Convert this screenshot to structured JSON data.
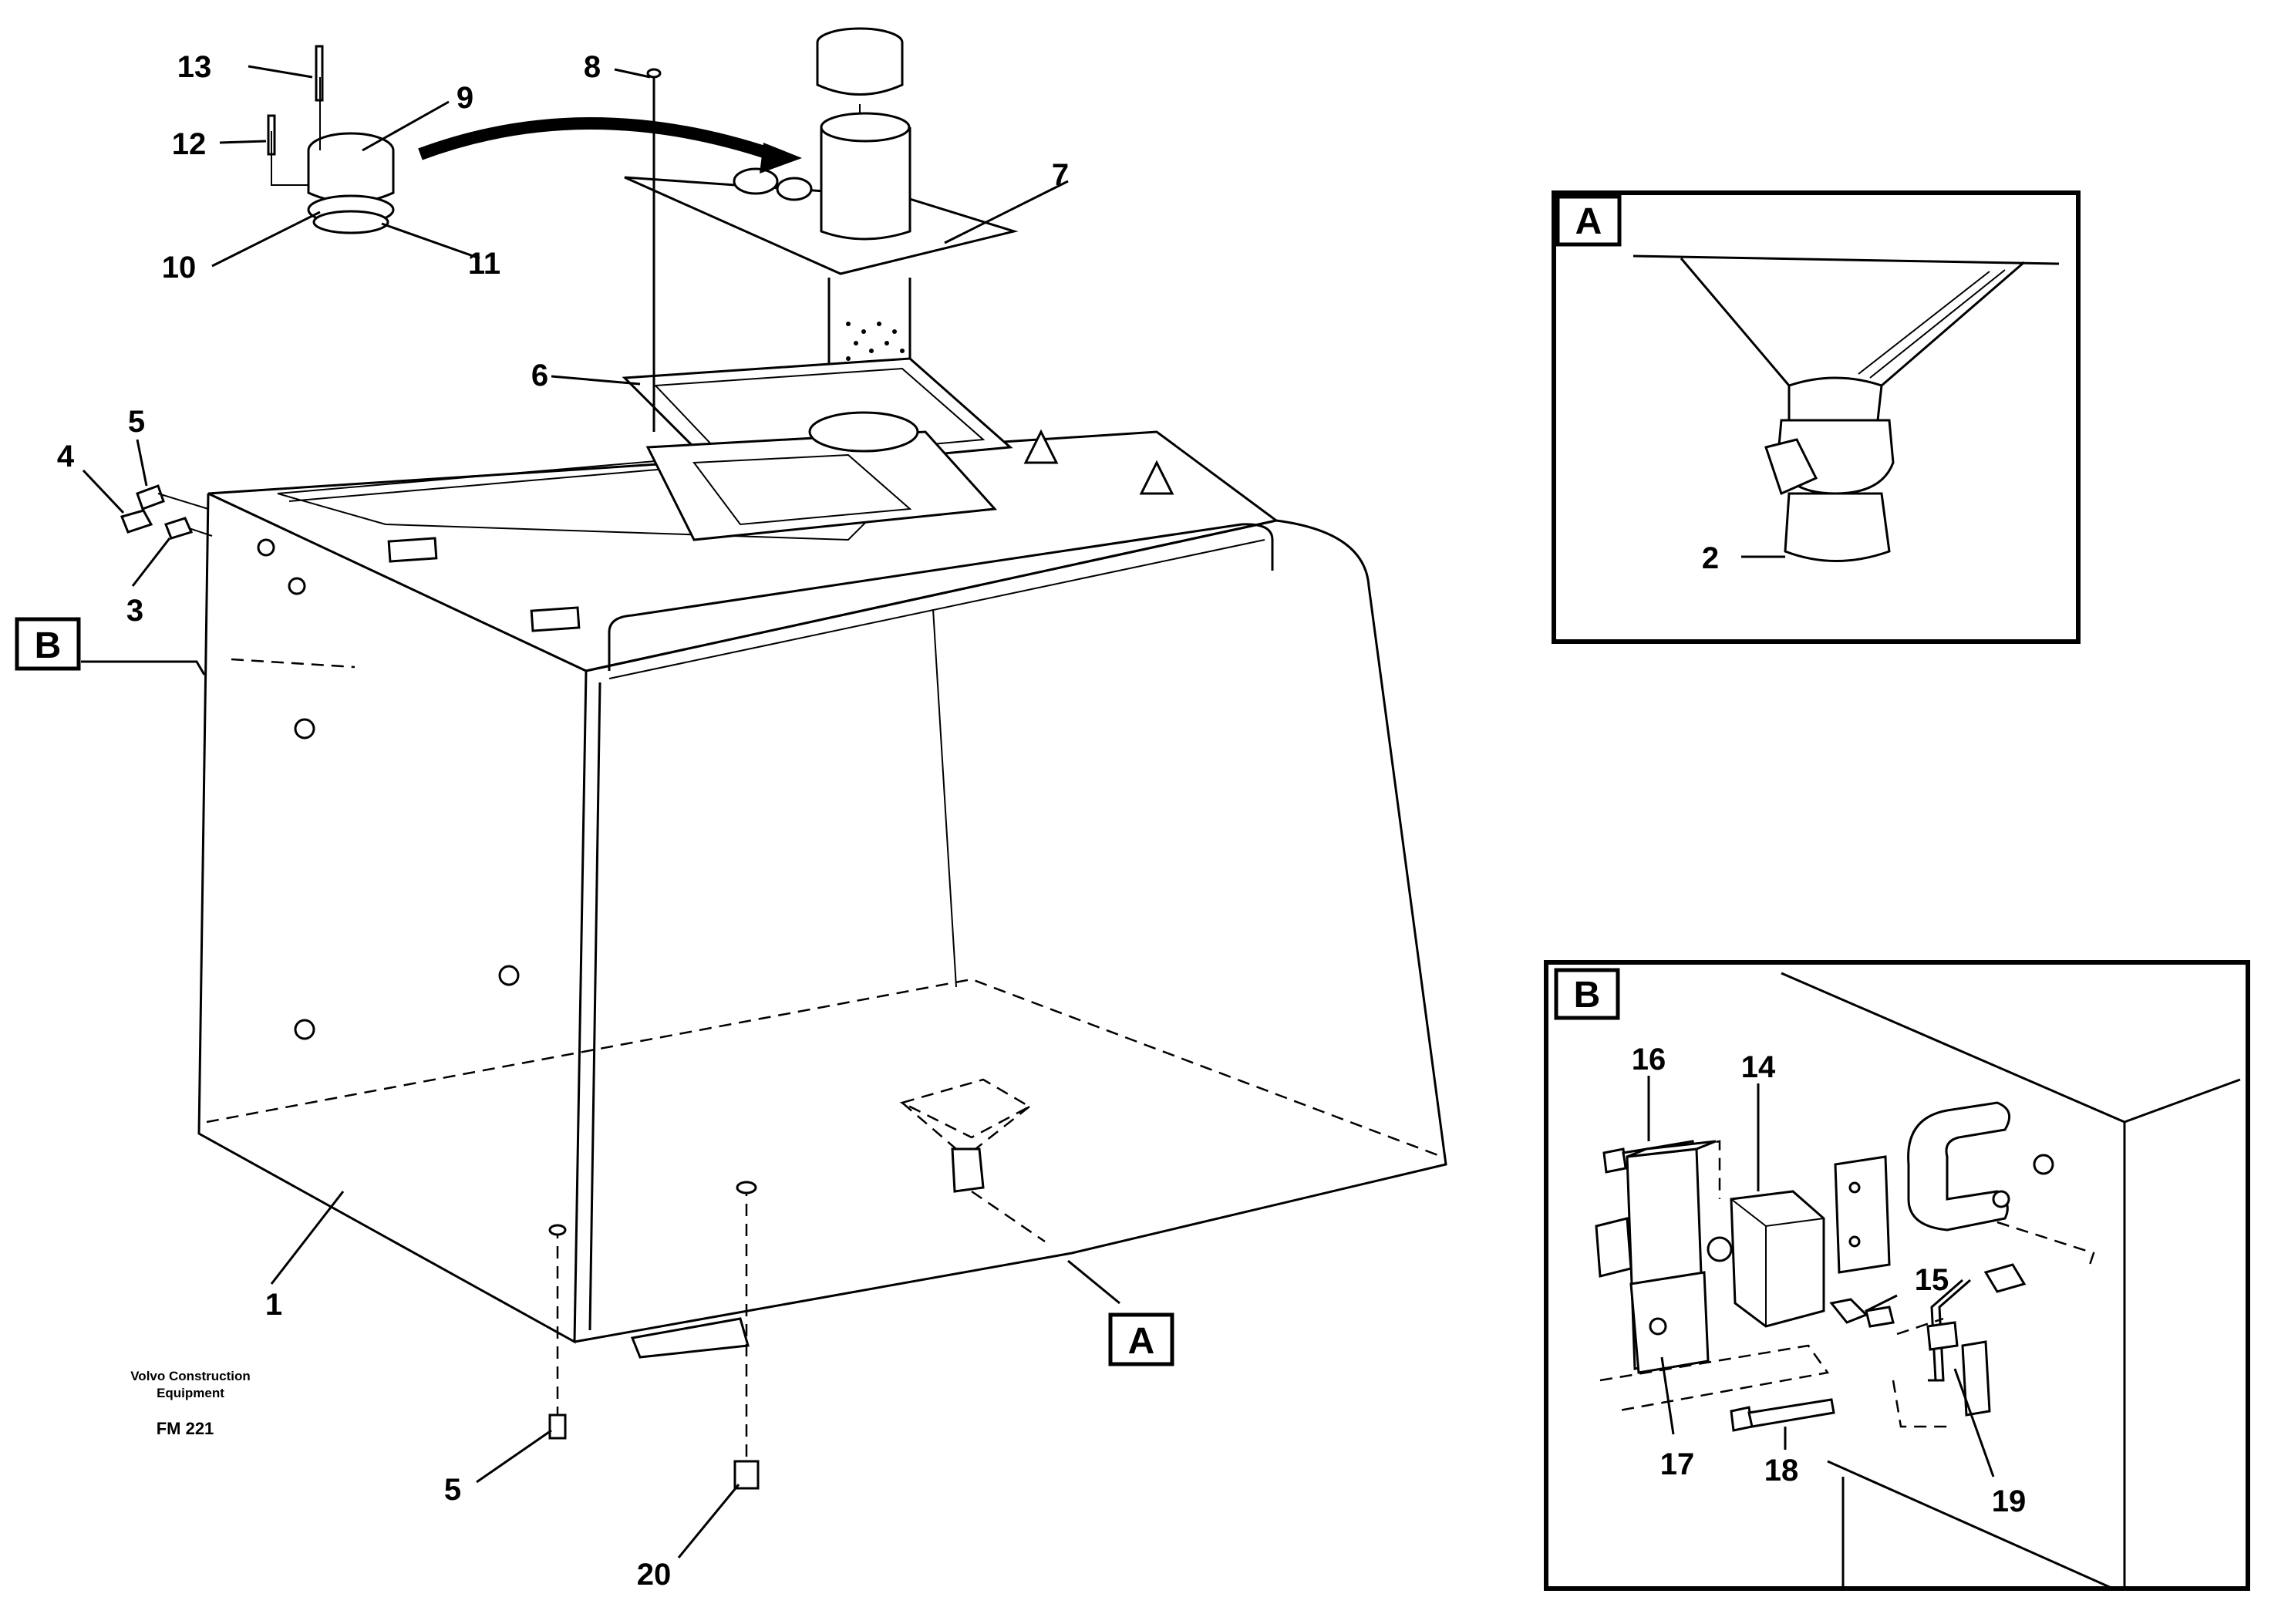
{
  "callouts": {
    "c1": "1",
    "c2": "2",
    "c3": "3",
    "c4": "4",
    "c5a": "5",
    "c5b": "5",
    "c6": "6",
    "c7": "7",
    "c8": "8",
    "c9": "9",
    "c10": "10",
    "c11": "11",
    "c12": "12",
    "c13": "13",
    "c14": "14",
    "c15": "15",
    "c16": "16",
    "c17": "17",
    "c18": "18",
    "c19": "19",
    "c20": "20"
  },
  "detail_refs": {
    "a_marker": "A",
    "b_marker": "B",
    "a_box": "A",
    "b_box": "B"
  },
  "footer": {
    "brand_line1": "Volvo Construction",
    "brand_line2": "Equipment",
    "code": "FM 221"
  }
}
